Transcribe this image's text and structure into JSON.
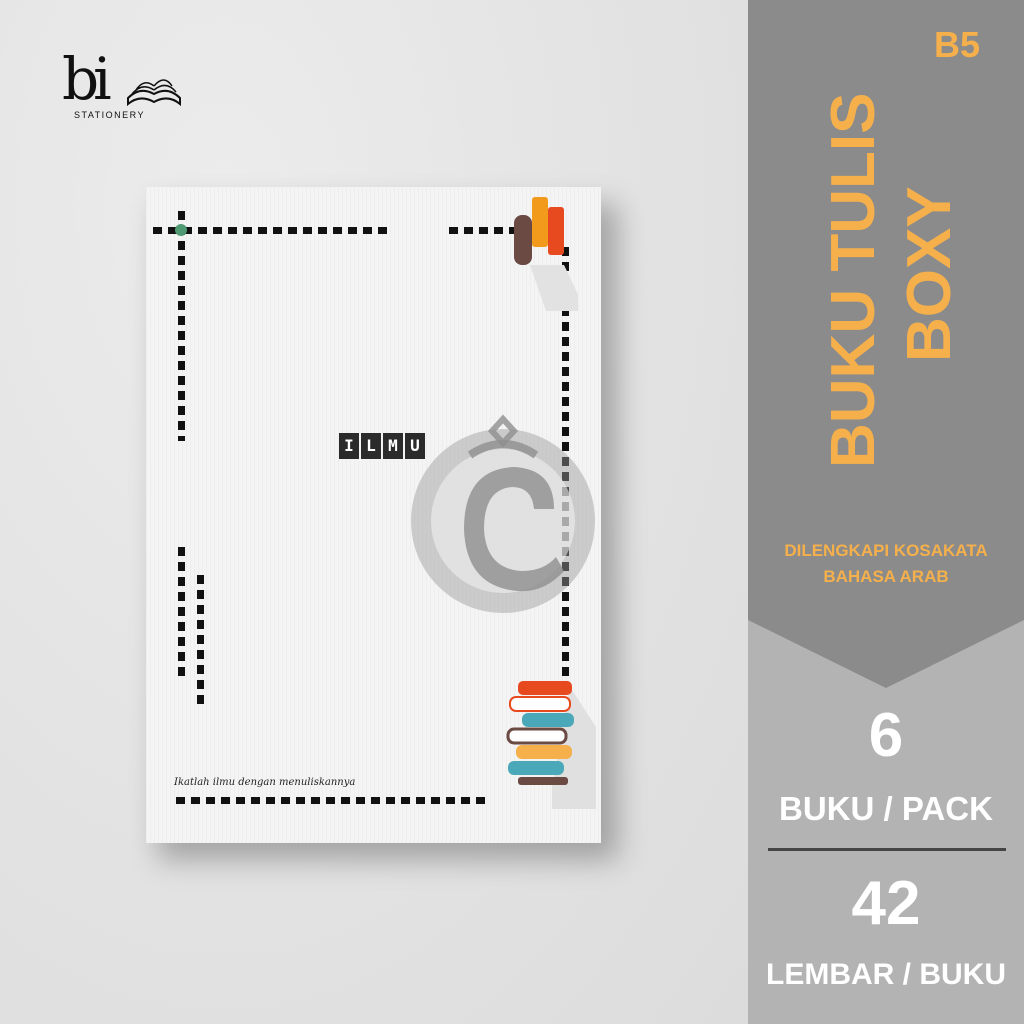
{
  "brand": {
    "logo_mark": "bi",
    "logo_sub": "STATIONERY"
  },
  "notebook": {
    "cover_word_letters": [
      "I",
      "L",
      "M",
      "U"
    ],
    "motto": "Ikatlah ilmu dengan menuliskannya",
    "accent_colors": [
      "#6b4a43",
      "#f29a1c",
      "#e84a1f",
      "#4aa8b8",
      "#f5b04c",
      "#4f9a73"
    ]
  },
  "panel": {
    "size_badge": "B5",
    "title_line1": "BUKU TULIS",
    "title_line2": "BOXY",
    "subtitle_line1": "DILENGKAPI KOSAKATA",
    "subtitle_line2": "BAHASA ARAB",
    "pack_count": "6",
    "pack_unit": "BUKU / PACK",
    "sheet_count": "42",
    "sheet_unit": "LEMBAR / BUKU",
    "accent_color": "#f5b04c"
  }
}
